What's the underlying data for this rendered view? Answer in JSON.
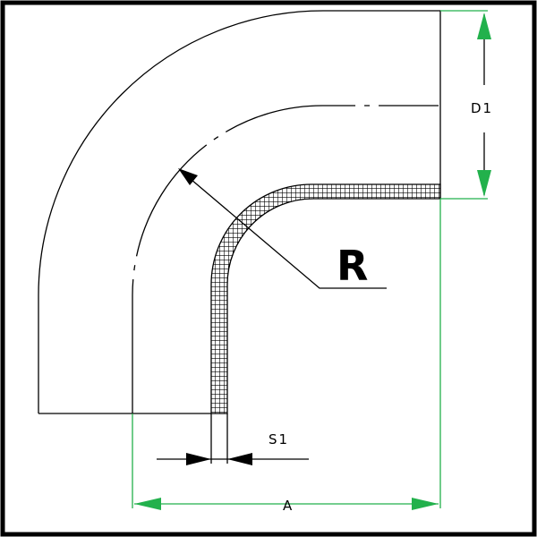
{
  "diagram": {
    "type": "pipe-elbow-90",
    "labels": {
      "outer_diameter": "D1",
      "radius": "R",
      "wall_thickness": "S1",
      "center_to_face": "A"
    },
    "colors": {
      "dimension_lines": "#22b14c",
      "outline": "#000000",
      "wall_hatch": "#000000",
      "frame": "#000000",
      "background": "#ffffff"
    }
  }
}
